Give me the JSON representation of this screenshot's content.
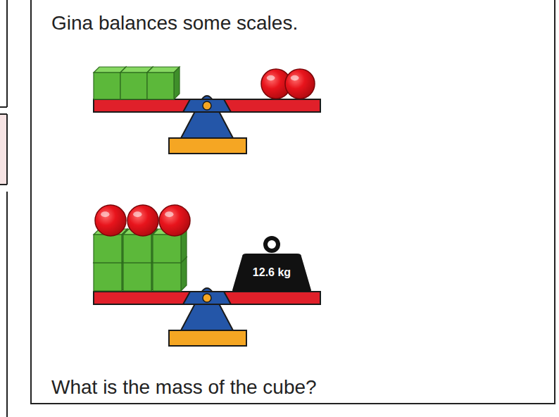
{
  "diagram": {
    "nodes": [
      {
        "text": [
          "Gina balances some scales.",
          "What is the mass of the cube?"
        ]
      },
      {
        "text": [
          "12.6 kg"
        ],
        "in": 0
      }
    ]
  }
}
